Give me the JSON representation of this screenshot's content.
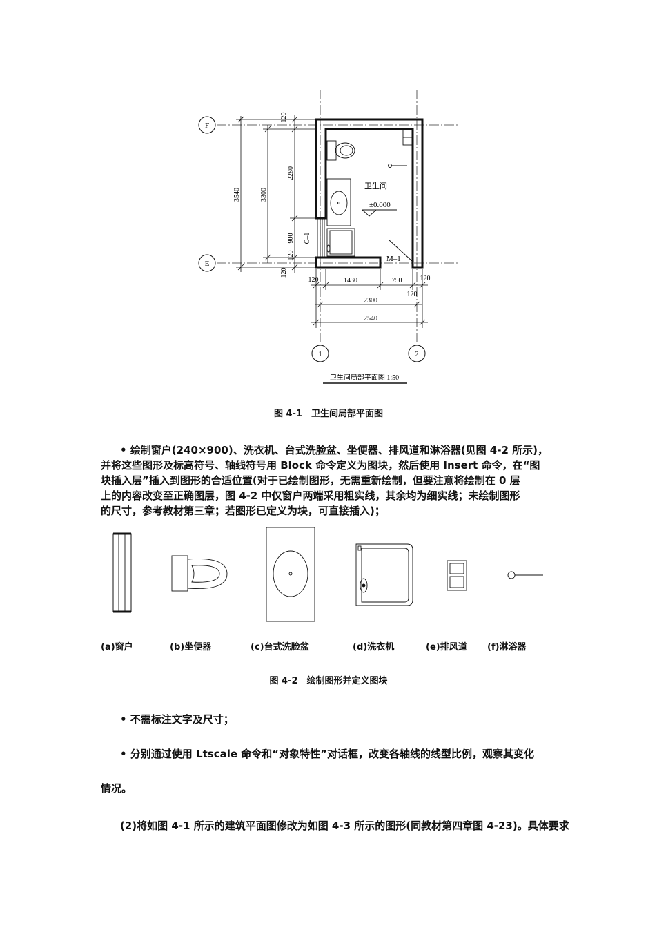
{
  "figure1": {
    "axes": {
      "F": "F",
      "E": "E",
      "one": "1",
      "two": "2"
    },
    "dims_vertical": {
      "total": "3540",
      "inner": "3300",
      "top_wall": "120",
      "upper": "2280",
      "window": "900",
      "wall_a": "120",
      "wall_b": "120"
    },
    "dims_horizontal": {
      "left_wall": "120",
      "seg1": "1430",
      "seg2": "750",
      "right_wall": "120",
      "gap": "120",
      "inner": "2300",
      "total": "2540"
    },
    "room_name": "卫生间",
    "elevation": "±0.000",
    "door_label": "M–1",
    "window_label": "C–1",
    "drawing_title": "卫生间局部平面图 1:50",
    "caption": "图 4-1　卫生间局部平面图"
  },
  "para1_lines": [
    "• 绘制窗户(240×900)、洗衣机、台式洗脸盆、坐便器、排风道和淋浴器(见图 4-2 所示)，",
    "并将这些图形及标高符号、轴线符号用 Block 命令定义为图块，然后使用 Insert 命令，在“图",
    "块插入层”插入到图形的合适位置(对于已绘制图形，无需重新绘制，但要注意将绘制在 0 层",
    "上的内容改变至正确图层，图 4-2 中仅窗户两端采用粗实线，其余均为细实线；未绘制图形",
    "的尺寸，参考教材第三章；若图形已定义为块，可直接插入)；"
  ],
  "figure2": {
    "labels": [
      "(a)窗户",
      "(b)坐便器",
      "(c)台式洗脸盆",
      "(d)洗衣机",
      "(e)排风道",
      "(f)淋浴器"
    ],
    "caption": "图 4-2　绘制图形并定义图块"
  },
  "bullet2": "• 不需标注文字及尺寸；",
  "bullet3_line1": "• 分别通过使用 Ltscale 命令和“对象特性”对话框，改变各轴线的线型比例，观察其变化",
  "bullet3_line2": "情况。",
  "para_last": "(2)将如图 4-1 所示的建筑平面图修改为如图 4-3 所示的图形(同教材第四章图 4-23)。具体要求"
}
